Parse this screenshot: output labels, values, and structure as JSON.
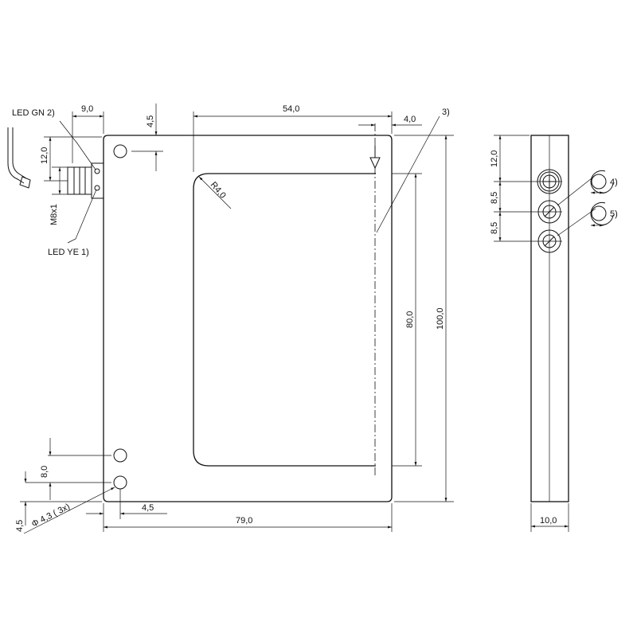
{
  "labels": {
    "led_gn": "LED GN 2)",
    "led_ye": "LED YE 1)",
    "thread": "M8x1",
    "hole": "Φ 4,3 ( 3x)",
    "radius": "R4,0",
    "note3": "3)",
    "note4": "4)",
    "note5": "5)"
  },
  "dims": {
    "d9": "9,0",
    "d4_5_top": "4,5",
    "d54": "54,0",
    "d4_0": "4,0",
    "d12_left": "12,0",
    "d80": "80,0",
    "d100": "100,0",
    "d8_0": "8,0",
    "d4_5_left": "4,5",
    "d4_5_bottom": "4,5",
    "d79": "79,0",
    "d12_side": "12,0",
    "d8_5_a": "8,5",
    "d8_5_b": "8,5",
    "d10": "10,0"
  }
}
